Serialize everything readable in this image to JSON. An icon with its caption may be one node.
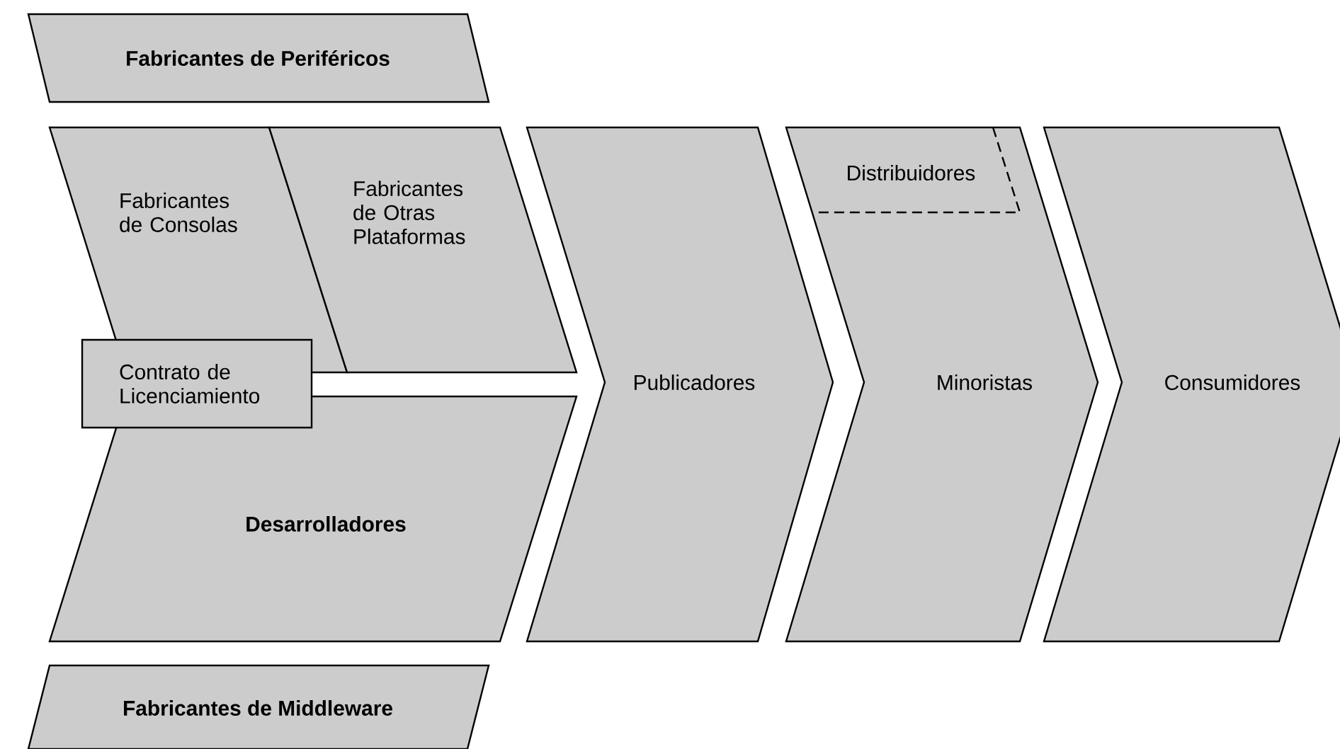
{
  "diagram": {
    "nodes": [
      {
        "text": [
          "Fabricantes de Periféricos"
        ]
      },
      {
        "text": [
          "Fabricantes de Consolas"
        ]
      },
      {
        "text": [
          "Fabricantes de Otras Plataformas"
        ]
      },
      {
        "text": [
          "Contrato de Licenciamiento"
        ]
      },
      {
        "text": [
          "Desarrolladores"
        ]
      },
      {
        "text": [
          "Publicadores"
        ]
      },
      {
        "text": [
          "Minoristas"
        ]
      },
      {
        "text": [
          "Distribuidores"
        ],
        "in": 6
      },
      {
        "text": [
          "Consumidores"
        ]
      },
      {
        "text": [
          "Fabricantes de Middleware"
        ]
      }
    ]
  }
}
